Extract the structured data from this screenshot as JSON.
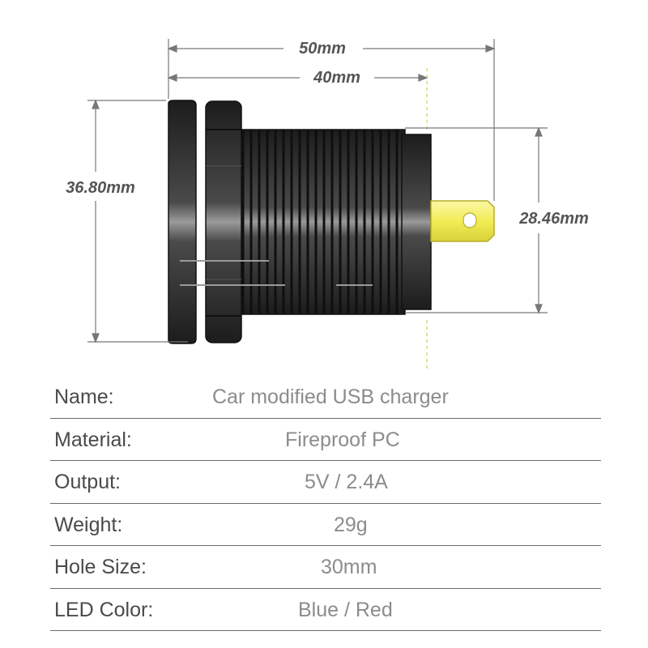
{
  "dimensions": {
    "total_length": "50mm",
    "body_length": "40mm",
    "flange_diameter": "36.80mm",
    "rear_diameter": "28.46mm"
  },
  "colors": {
    "terminal": "#f4f06a",
    "body": "#2a2a2a",
    "dimension_line": "#777777"
  },
  "specs": [
    {
      "label": "Name:",
      "value": "Car modified USB charger"
    },
    {
      "label": "Material:",
      "value": "Fireproof PC"
    },
    {
      "label": "Output:",
      "value": "5V / 2.4A"
    },
    {
      "label": "Weight:",
      "value": "29g"
    },
    {
      "label": "Hole Size:",
      "value": "30mm"
    },
    {
      "label": "LED Color:",
      "value": "Blue / Red"
    }
  ]
}
